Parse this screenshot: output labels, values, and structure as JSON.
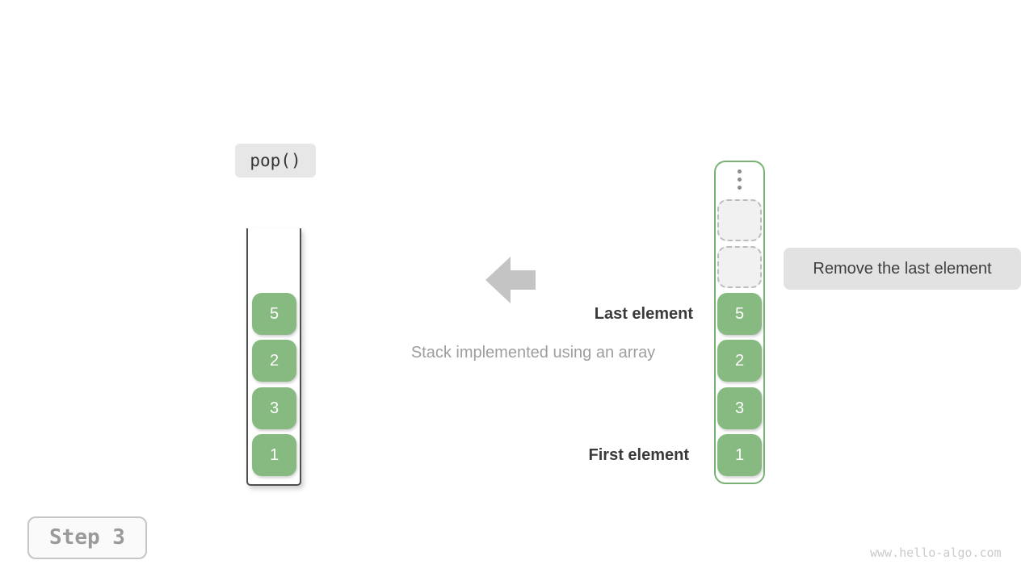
{
  "operation": {
    "label": "pop()"
  },
  "caption": "Stack implemented using an array",
  "labels": {
    "last_element": "Last element",
    "first_element": "First element",
    "remove_annotation": "Remove the last element"
  },
  "stack": {
    "cells": [
      "5",
      "2",
      "3",
      "1"
    ]
  },
  "array": {
    "cells": [
      "5",
      "2",
      "3",
      "1"
    ],
    "empty_slot_count": 2
  },
  "step": {
    "label": "Step 3"
  },
  "watermark": "www.hello-algo.com",
  "colors": {
    "cell_green": "#86ba81",
    "array_border_green": "#79b275",
    "container_border_gray": "#4e4e4e",
    "annotation_bg": "#e2e2e2",
    "arrow_gray": "#c4c4c4",
    "caption_gray": "#9e9e9e"
  }
}
